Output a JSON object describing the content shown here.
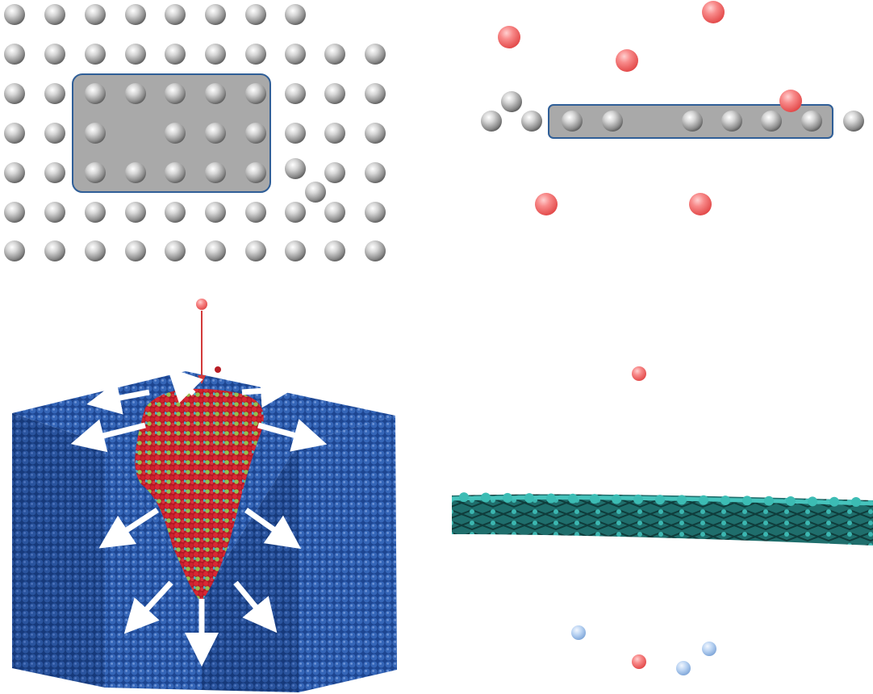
{
  "figure": {
    "panels": [
      {
        "id": "a",
        "depiction": "lattice-vacancy-cluster",
        "atom_color": "#9a9a9a",
        "highlight_color": "#a9a9a9",
        "highlight_stroke": "#2f5e97"
      },
      {
        "id": "b",
        "depiction": "projectile-ions-over-atom-row",
        "atom_color": "#9a9a9a",
        "ion_color": "#f26a6a"
      },
      {
        "id": "c",
        "depiction": "ion-impact-damage-cascade-block",
        "block_color": "#2b57a6",
        "damage_colors": [
          "#d81f2a",
          "#9cc24a",
          "#4bb3c8",
          "#e0a63a"
        ],
        "arrow_color": "#ffffff",
        "ion_color": "#f08c8c"
      },
      {
        "id": "d",
        "depiction": "ion-through-2d-membrane",
        "membrane_color": "#2fa4a0",
        "ion_red": "#f26a6a",
        "ion_blue": "#9ec3ee"
      }
    ]
  }
}
